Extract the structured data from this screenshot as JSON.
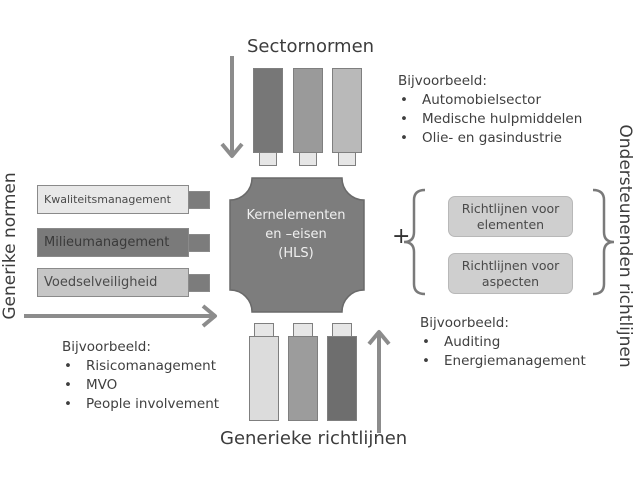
{
  "titles": {
    "sector_norms": "Sectornormen",
    "generic_norms": "Generike normen",
    "generic_guidelines": "Generieke richtlijnen",
    "supporting_guidelines": "Ondersteunenden richtlijnen"
  },
  "core": {
    "line1": "Kernelementen",
    "line2": "en –eisen",
    "line3": "(HLS)"
  },
  "plus_sign": "+",
  "generic_norm_bars": [
    {
      "label": "Kwaliteitsmanagement",
      "fill": "#e8e8e8"
    },
    {
      "label": "Milieumanagement",
      "fill": "#7a7a7a"
    },
    {
      "label": "Voedselveiligheid",
      "fill": "#c6c6c6"
    }
  ],
  "sector_bars": [
    {
      "fill": "#777777"
    },
    {
      "fill": "#9a9a9a"
    },
    {
      "fill": "#b9b9b9"
    }
  ],
  "guideline_bars": [
    {
      "fill": "#dcdcdc"
    },
    {
      "fill": "#9c9c9c"
    },
    {
      "fill": "#6e6e6e"
    }
  ],
  "guide_boxes": [
    {
      "line1": "Richtlijnen voor",
      "line2": "elementen"
    },
    {
      "line1": "Richtlijnen voor",
      "line2": "aspecten"
    }
  ],
  "examples": {
    "sector": {
      "heading": "Bijvoorbeeld:",
      "items": [
        "Automobielsector",
        "Medische hulpmiddelen",
        "Olie- en gasindustrie"
      ]
    },
    "generic_guidelines": {
      "heading": "Bijvoorbeeld:",
      "items": [
        "Risicomanagement",
        "MVO",
        "People involvement"
      ]
    },
    "supporting": {
      "heading": "Bijvoorbeeld:",
      "items": [
        "Auditing",
        "Energiemanagement"
      ]
    }
  },
  "colors": {
    "arrow": "#8c8c8c",
    "core_fill": "#7d7d7d",
    "core_stroke": "#6a6a6a",
    "brace": "#7a7a7a"
  }
}
